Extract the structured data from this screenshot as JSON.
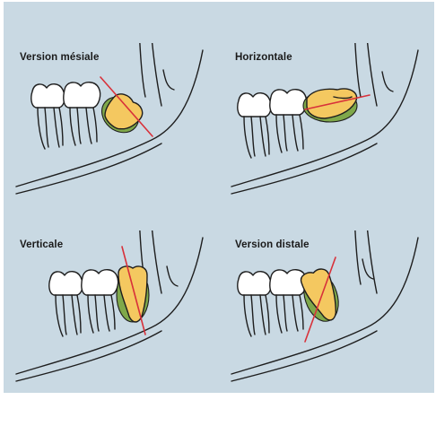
{
  "figure": {
    "panels": [
      {
        "id": "mesial",
        "label": "Version mésiale"
      },
      {
        "id": "horizontal",
        "label": "Horizontale"
      },
      {
        "id": "vertical",
        "label": "Verticale"
      },
      {
        "id": "distal",
        "label": "Version distale"
      }
    ]
  },
  "colors": {
    "background": "#c9d9e3",
    "tooth_fill": "#f4c860",
    "follicle_fill": "#7fa84a",
    "axis_line": "#d8313a",
    "ink": "#1e1e1e"
  },
  "icons": {
    "molar": "molar-outline",
    "third_molar": "impacted-wisdom-tooth",
    "axis": "red-axis-line"
  }
}
